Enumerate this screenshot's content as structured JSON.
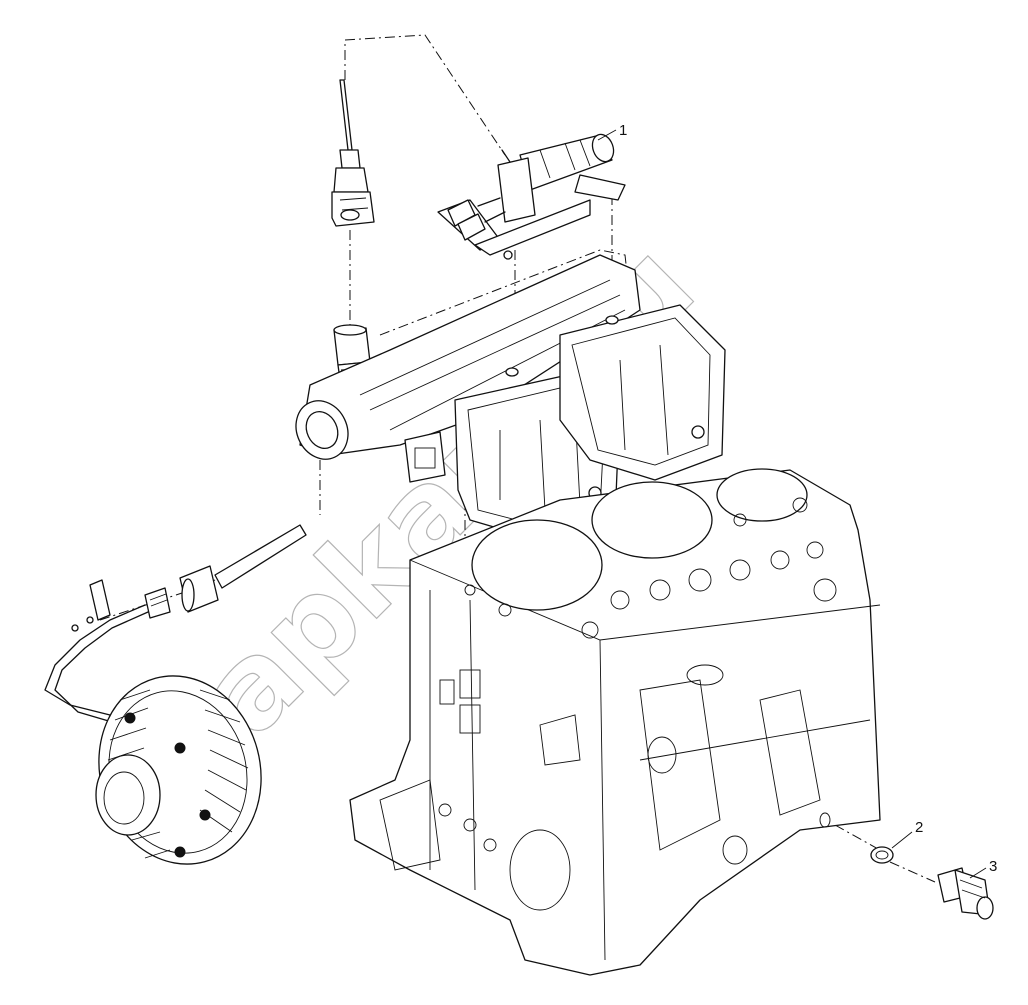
{
  "diagram": {
    "callouts": [
      {
        "label": "1"
      },
      {
        "label": "2"
      },
      {
        "label": "3"
      }
    ],
    "watermark": "zapkam.ru"
  },
  "colors": {
    "line": "#111111",
    "background": "#ffffff",
    "watermark": "#777777"
  }
}
